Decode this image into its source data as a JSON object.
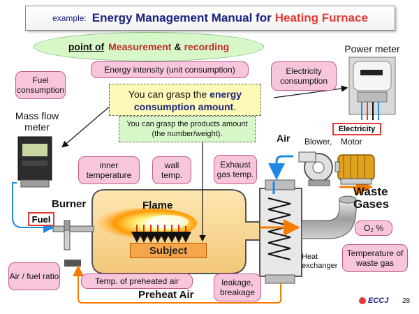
{
  "header": {
    "prefix": "example:",
    "title": "Energy Management Manual for",
    "highlight": "Heating Furnace"
  },
  "subtitle": {
    "lead": "point of",
    "measurement": "Measurement",
    "amp": "&",
    "recording": "recording"
  },
  "callouts": {
    "fuel_consumption": "Fuel consumption",
    "energy_intensity": "Energy intensity (unit consumption)",
    "electricity_consumption": "Electricity consumption",
    "inner_temperature": "inner temperature",
    "wall_temp": "wall temp.",
    "exhaust_gas_temp": "Exhaust gas temp.",
    "o2": "O₂ %",
    "temperature_waste_gas": "Temperature of waste gas",
    "air_fuel_ratio": "Air / fuel ratio",
    "preheated_air_temp": "Temp. of preheated air",
    "leakage_breakage": "leakage, breakage"
  },
  "notes": {
    "grasp_prefix": "You can grasp the",
    "grasp_bold": "energy consumption amount",
    "grasp_suffix": ".",
    "products": "You can grasp the products amount (the number/weight)."
  },
  "labels": {
    "power_meter": "Power meter",
    "mass_flow_meter": "Mass flow meter",
    "electricity": "Electricity",
    "air": "Air",
    "blower": "Blower,",
    "motor": "Motor",
    "waste_gases": "Waste Gases",
    "burner": "Burner",
    "flame": "Flame",
    "fuel": "Fuel",
    "subject": "Subject",
    "heat_exchanger": "Heat exchanger",
    "preheat_air": "Preheat Air"
  },
  "footer": {
    "logo": "ECCJ",
    "page": "28"
  },
  "colors": {
    "title_blue": "#1a237e",
    "accent_red": "#e53935",
    "callout_pink": "#f8c6dc",
    "note_yellow": "#fff9b8",
    "note_green": "#d8f7c8",
    "flow_blue": "#1e88e5",
    "flow_orange": "#f57c00"
  }
}
